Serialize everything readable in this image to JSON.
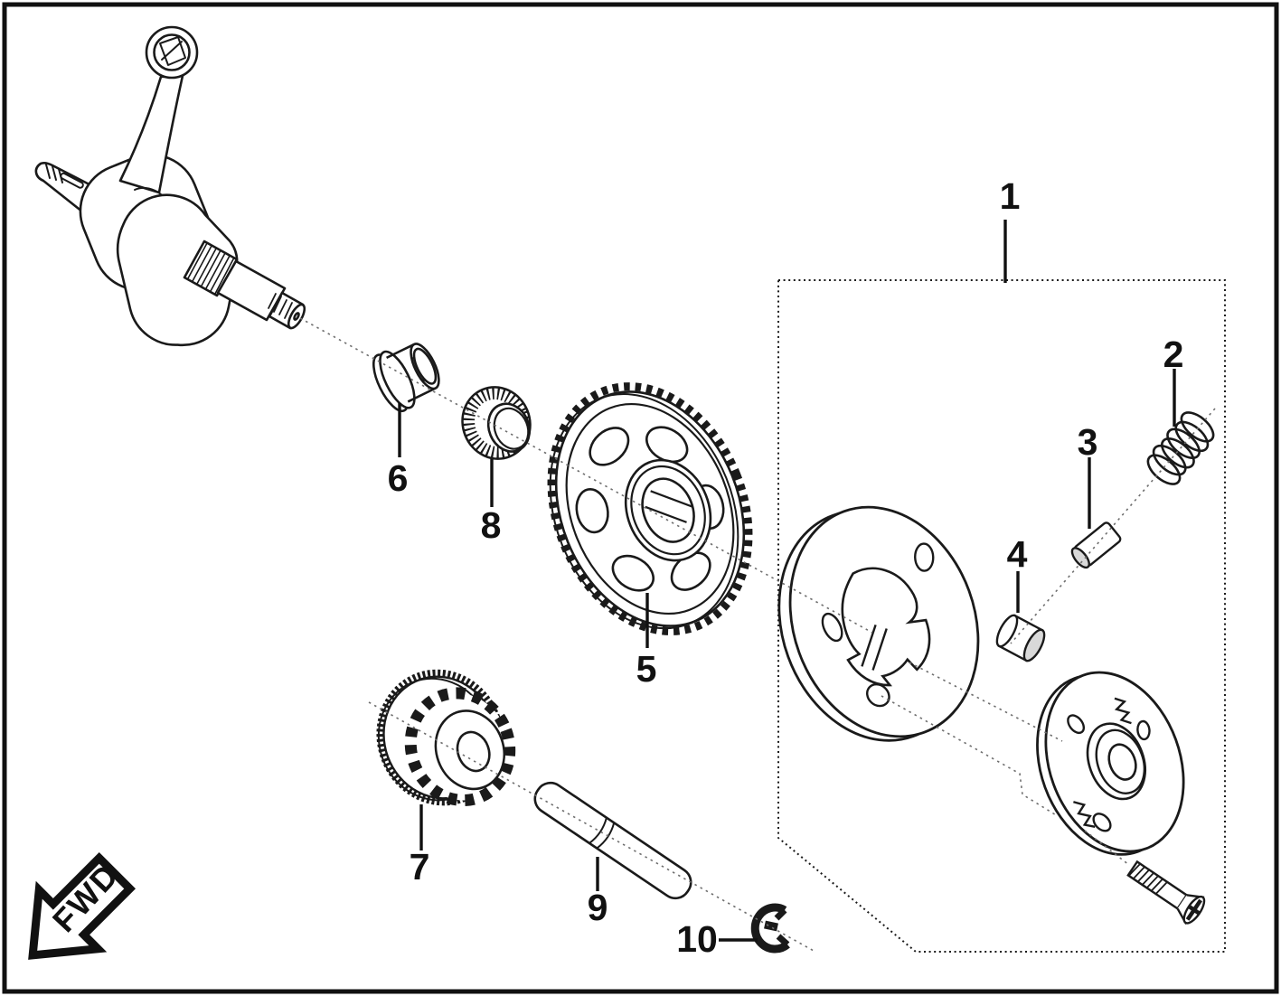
{
  "diagram": {
    "fwd_label": "FWD",
    "callouts": [
      {
        "label": "1"
      },
      {
        "label": "2"
      },
      {
        "label": "3"
      },
      {
        "label": "4"
      },
      {
        "label": "5"
      },
      {
        "label": "6"
      },
      {
        "label": "7"
      },
      {
        "label": "8"
      },
      {
        "label": "9"
      },
      {
        "label": "10"
      }
    ],
    "colors": {
      "line": "#1a1a1a",
      "shade": "#d9d9d9",
      "guide_line": "#6e6e6e",
      "background": "#ffffff",
      "border": "#111111"
    }
  }
}
